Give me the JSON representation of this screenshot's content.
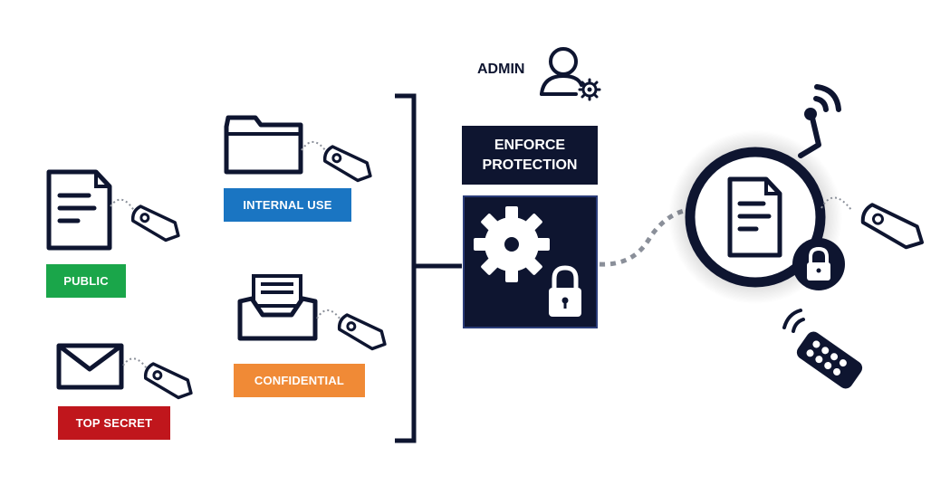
{
  "labels": {
    "public": "PUBLIC",
    "internal_use": "INTERNAL USE",
    "confidential": "CONFIDENTIAL",
    "top_secret": "TOP SECRET"
  },
  "enforce": {
    "line1": "ENFORCE",
    "line2": "PROTECTION"
  },
  "admin": "ADMIN",
  "colors": {
    "navy": "#0e1530",
    "public": "#1aa64a",
    "internal_use": "#1a75c2",
    "confidential": "#f08a36",
    "top_secret": "#c0161c",
    "link": "#8a8f99"
  },
  "icons": [
    "document-icon",
    "tag-icon",
    "folder-icon",
    "inbox-tray-icon",
    "envelope-icon",
    "admin-user-gear-icon",
    "gear-icon",
    "lock-icon",
    "wifi-signal-icon",
    "remote-control-icon"
  ]
}
